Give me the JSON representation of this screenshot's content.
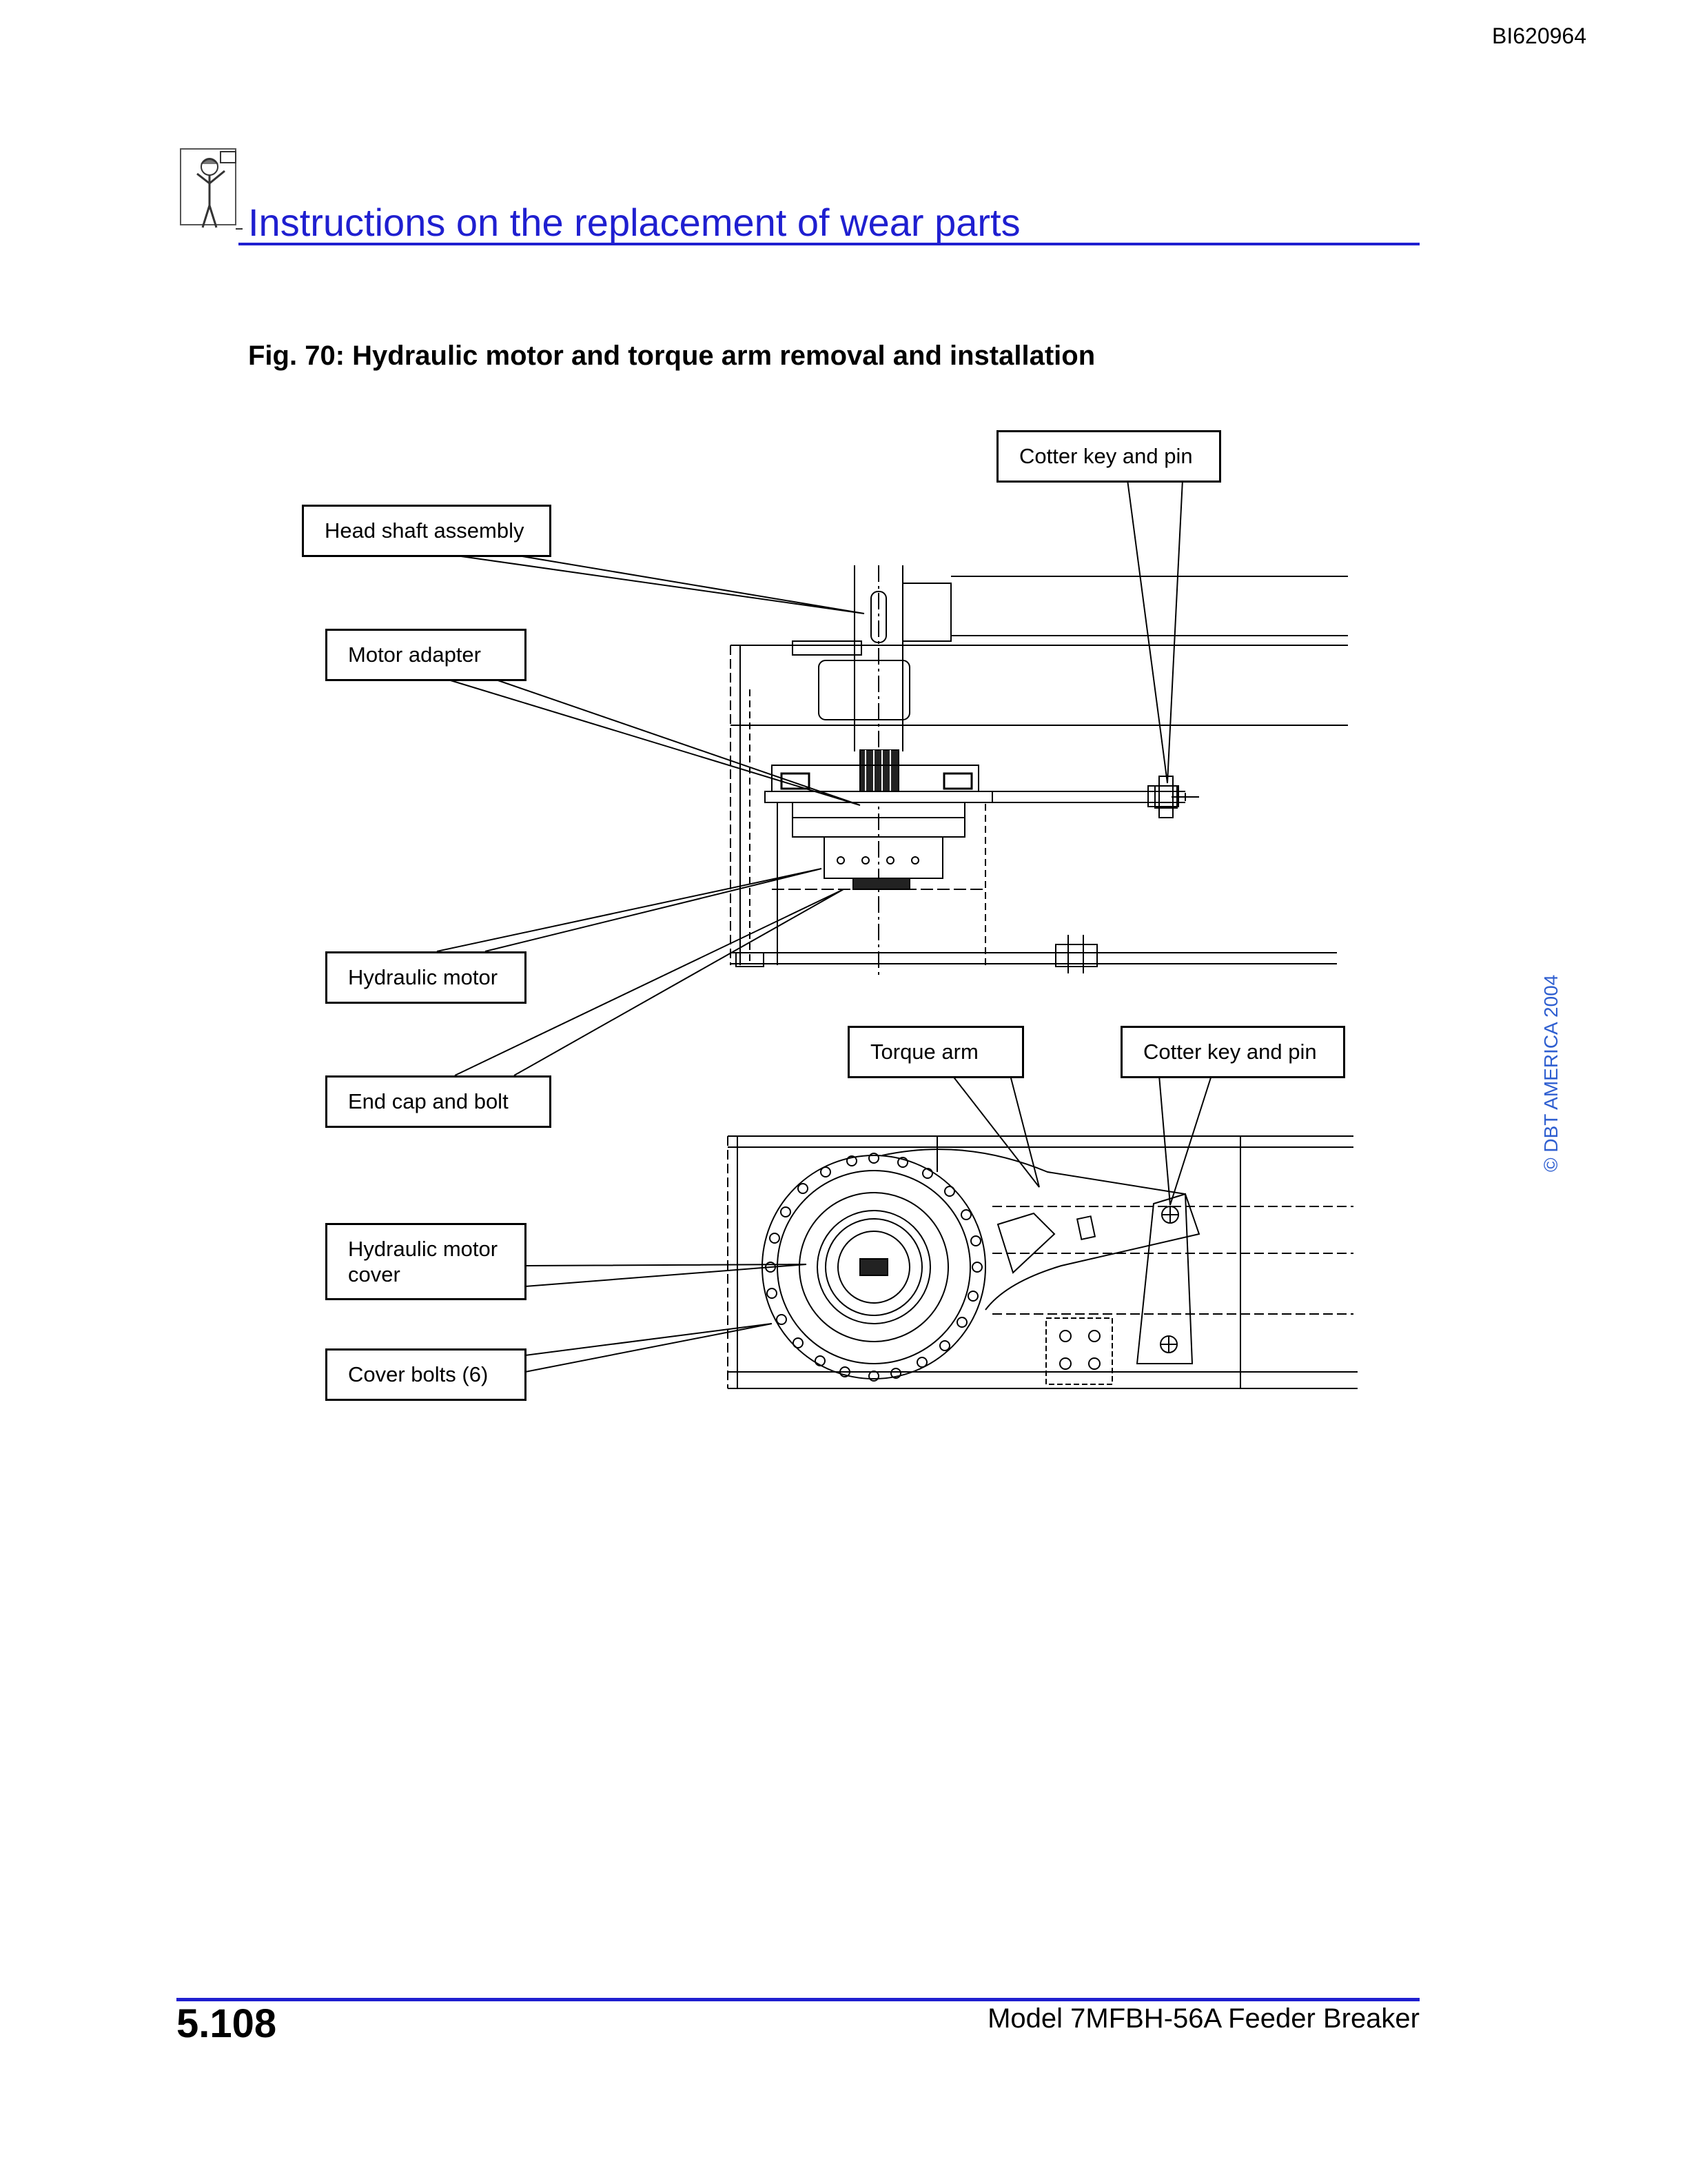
{
  "document_id": "BI620964",
  "header": {
    "title": "Instructions on the replacement of wear parts",
    "icon": "maintenance-worker-icon",
    "accent_color": "#1f1fd0"
  },
  "figure": {
    "caption": "Fig. 70: Hydraulic motor and torque arm removal and installation",
    "callouts": {
      "cotter_key_top": "Cotter key and pin",
      "head_shaft": "Head shaft assembly",
      "motor_adapter": "Motor adapter",
      "hydraulic_motor": "Hydraulic motor",
      "end_cap": "End cap and bolt",
      "torque_arm": "Torque arm",
      "cotter_key_bottom": "Cotter key and pin",
      "motor_cover_line1": "Hydraulic motor",
      "motor_cover_line2": "cover",
      "cover_bolts": "Cover bolts (6)"
    }
  },
  "copyright": "© DBT AMERICA 2004",
  "footer": {
    "page_number": "5.108",
    "model": "Model 7MFBH-56A Feeder Breaker"
  }
}
